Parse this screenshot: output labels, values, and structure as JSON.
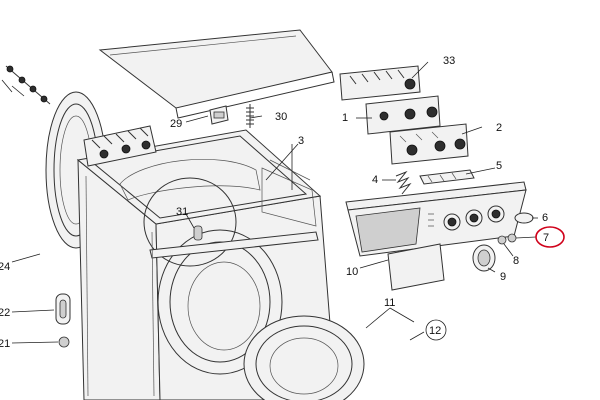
{
  "callouts": {
    "c1": "1",
    "c2": "2",
    "c3": "3",
    "c4": "4",
    "c5": "5",
    "c6": "6",
    "c7": "7",
    "c8": "8",
    "c9": "9",
    "c10": "10",
    "c11": "11",
    "c12": "12",
    "c21": "21",
    "c22": "22",
    "c24": "24",
    "c29": "29",
    "c30": "30",
    "c31": "31",
    "c33": "33"
  },
  "highlight_color": "#d0021b"
}
